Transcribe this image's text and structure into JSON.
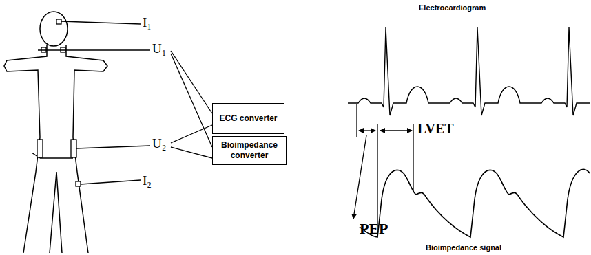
{
  "diagram": {
    "nodes": [
      {
        "text": [
          "ECG converter"
        ]
      },
      {
        "text": [
          "Bioimpedance converter"
        ]
      }
    ],
    "labels": [
      "I₁",
      "U₁",
      "U₂",
      "I₂",
      "Electrocardiogram",
      "LVET",
      "PEP",
      "Bioimpedance signal"
    ]
  }
}
